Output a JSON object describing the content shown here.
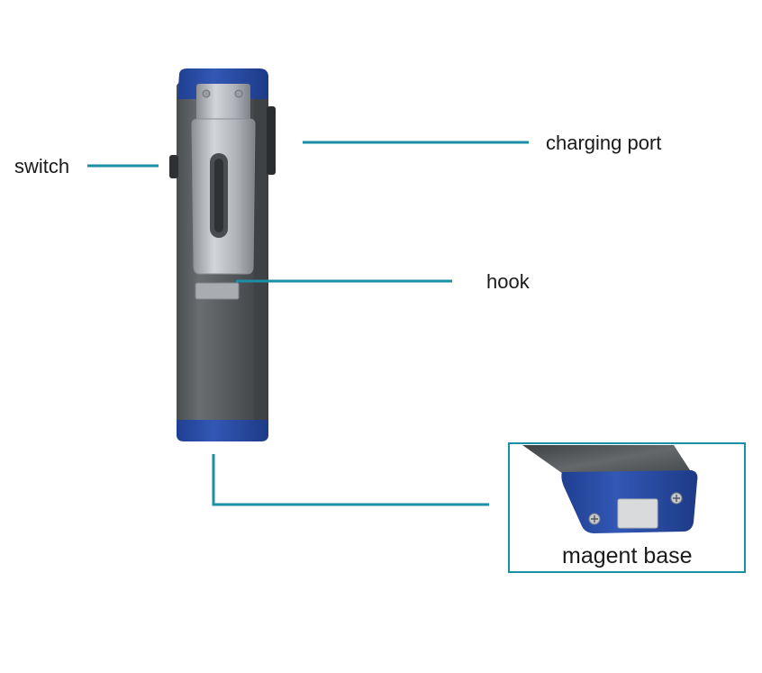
{
  "labels": {
    "switch": "switch",
    "charging_port": "charging port",
    "hook": "hook",
    "magnet_base": "magent base"
  },
  "colors": {
    "callout_line": "#1b8fa6",
    "inset_border": "#1b8fa6",
    "body_grey": "#5e6164",
    "cap_blue": "#2b4fa8",
    "clip_metal": "#b9bdc2"
  }
}
